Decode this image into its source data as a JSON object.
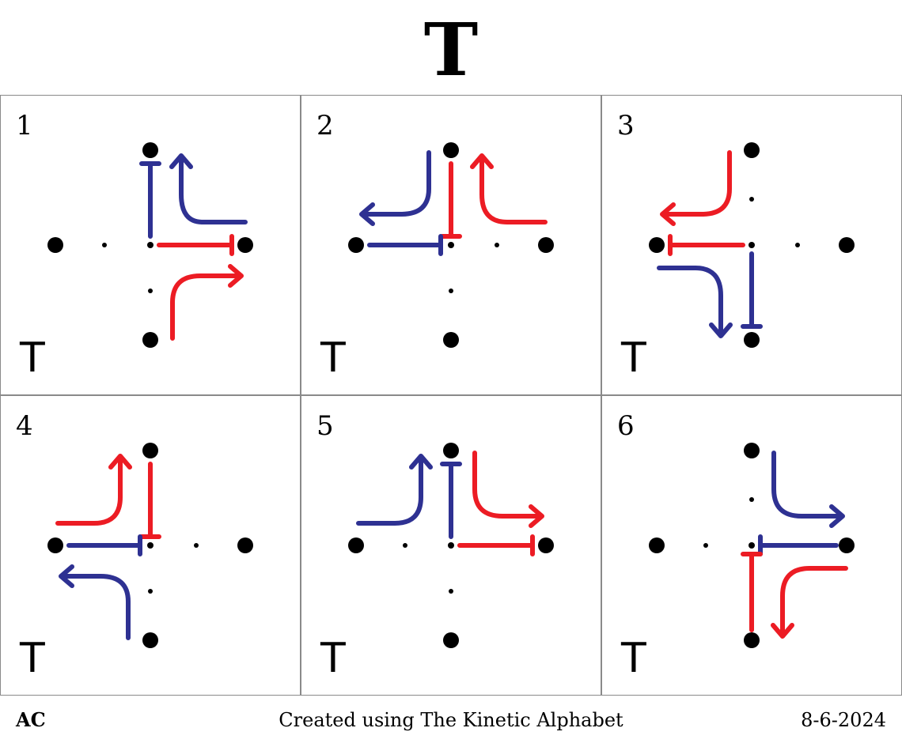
{
  "title": "T",
  "panels": [
    {
      "number": "1",
      "letter": "T"
    },
    {
      "number": "2",
      "letter": "T"
    },
    {
      "number": "3",
      "letter": "T"
    },
    {
      "number": "4",
      "letter": "T"
    },
    {
      "number": "5",
      "letter": "T"
    },
    {
      "number": "6",
      "letter": "T"
    }
  ],
  "colors": {
    "blue": "#2e3192",
    "red": "#ec1c24",
    "dot": "#000000",
    "border": "#8a8a8a"
  },
  "footer": {
    "author": "AC",
    "credit": "Created using The Kinetic Alphabet",
    "date": "8-6-2024"
  }
}
